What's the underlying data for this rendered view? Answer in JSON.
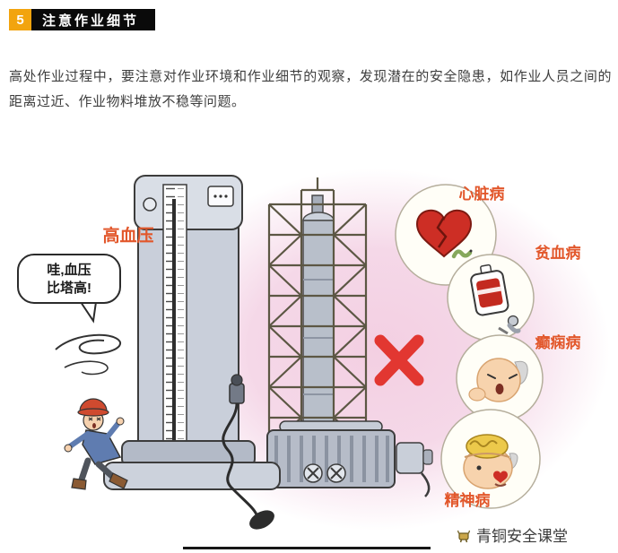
{
  "header": {
    "number": "5",
    "title": "注意作业细节",
    "badge_color": "#f2a40e",
    "bar_color": "#0a0a0a"
  },
  "article": {
    "paragraph": "高处作业过程中，要注意对作业环境和作业细节的观察，发现潜在的安全隐患，如作业人员之间的距离过近、作业物料堆放不稳等问题。"
  },
  "illustration": {
    "meter_label": "高血压",
    "speech_bubble": {
      "line1": "哇,血压",
      "line2": "比塔高!"
    },
    "diseases": [
      {
        "label": "心脏病"
      },
      {
        "label": "贫血病"
      },
      {
        "label": "癫痫病"
      },
      {
        "label": "精神病"
      }
    ],
    "label_color": "#e2572b",
    "cross_color": "#e23731",
    "pink_background": "#f3cfe2",
    "helmet_color": "#cf4a2f"
  },
  "footer": {
    "brand": "青铜安全课堂"
  }
}
